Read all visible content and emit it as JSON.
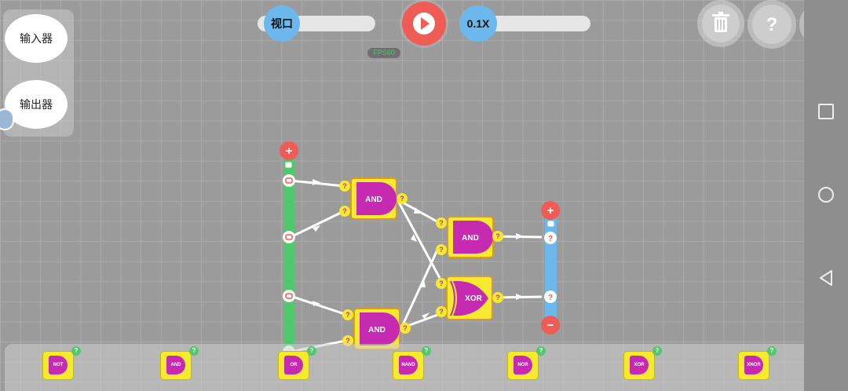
{
  "left_panel": {
    "input_label": "输入器",
    "output_label": "输出器"
  },
  "top_bar": {
    "viewport_label": "视口",
    "speed_label": "0.1X",
    "fps_label": "FPS60"
  },
  "tools": {
    "help_symbol": "?"
  },
  "circuit": {
    "gates": {
      "and1": "AND",
      "and2": "AND",
      "and3": "AND",
      "xor": "XOR"
    },
    "port_symbol": "?",
    "plus": "+",
    "minus": "−"
  },
  "palette": {
    "items": [
      {
        "label": "NOT",
        "badge": "?"
      },
      {
        "label": "AND",
        "badge": "?"
      },
      {
        "label": "OR",
        "badge": "?"
      },
      {
        "label": "NAND",
        "badge": "?"
      },
      {
        "label": "NOR",
        "badge": "?"
      },
      {
        "label": "XOR",
        "badge": "?"
      },
      {
        "label": "XNOR",
        "badge": "?"
      }
    ]
  },
  "colors": {
    "accent_blue": "#6cb8ec",
    "play_red": "#ee5c55",
    "gate_yellow": "#f6ea2e",
    "gate_magenta": "#c62ab1",
    "input_bus_green": "#4fc96c",
    "output_bus_blue": "#6cb8ec"
  }
}
